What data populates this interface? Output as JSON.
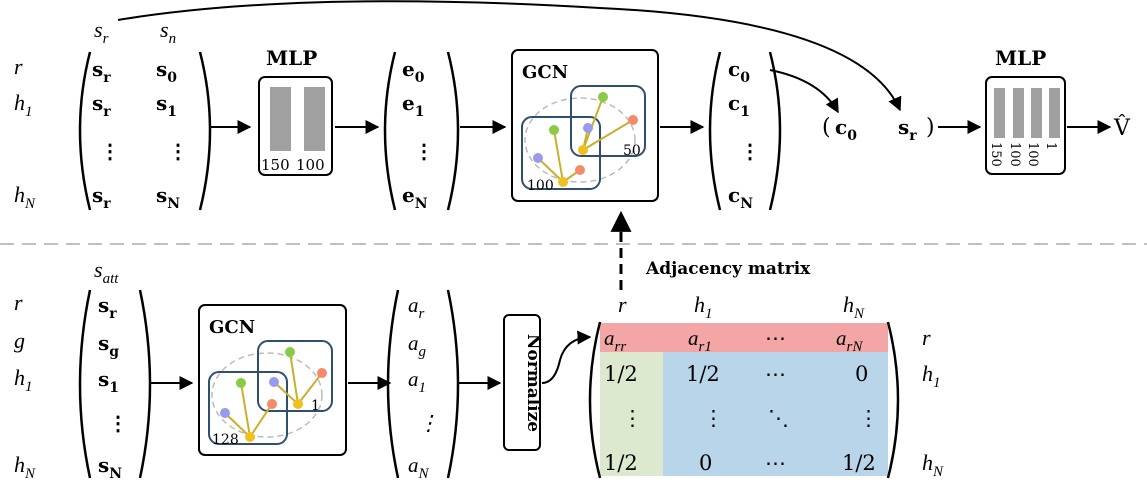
{
  "top": {
    "col_headers": [
      "s_r",
      "s_n"
    ],
    "row_labels": [
      "r",
      "h_1",
      "h_N"
    ],
    "state_matrix": {
      "col1": [
        "s_r",
        "s_r",
        "⋮",
        "s_r"
      ],
      "col2": [
        "s_0",
        "s_1",
        "⋮",
        "s_N"
      ]
    },
    "mlp1": {
      "title": "MLP",
      "layers": [
        "150",
        "100"
      ]
    },
    "embeddings": [
      "e_0",
      "e_1",
      "⋮",
      "e_N"
    ],
    "gcn": {
      "title": "GCN",
      "sizes": [
        "100",
        "50"
      ]
    },
    "outputs": [
      "c_0",
      "c_1",
      "⋮",
      "c_N"
    ],
    "pair": {
      "open": "(",
      "a": "c_0",
      "b": "s_r",
      "close": ")"
    },
    "mlp2": {
      "title": "MLP",
      "layers": [
        "150",
        "100",
        "100",
        "1"
      ]
    },
    "result": "V̂"
  },
  "bottom": {
    "col_header": "s_att",
    "row_labels": [
      "r",
      "g",
      "h_1",
      "h_N"
    ],
    "state_vector": [
      "s_r",
      "s_g",
      "s_1",
      "⋮",
      "s_N"
    ],
    "gcn": {
      "title": "GCN",
      "sizes": [
        "128",
        "1"
      ]
    },
    "attention": [
      "a_r",
      "a_g",
      "a_1",
      "⋮",
      "a_N"
    ],
    "normalize": "Normalize",
    "adjacency": {
      "title": "Adjacency matrix",
      "col_headers": [
        "r",
        "h_1",
        "h_N"
      ],
      "row_labels": [
        "r",
        "h_1",
        "h_N"
      ],
      "rows": [
        [
          "a_rr",
          "a_r1",
          "⋯",
          "a_rN"
        ],
        [
          "1/2",
          "1/2",
          "⋯",
          "0"
        ],
        [
          "⋮",
          "⋮",
          "⋱",
          "⋮"
        ],
        [
          "1/2",
          "0",
          "⋯",
          "1/2"
        ]
      ],
      "colors": {
        "first_row": "#f4a6a6",
        "first_col": "#dde9cf",
        "body": "#b9d5ea"
      }
    }
  },
  "colors": {
    "mlp_bar": "#a0a0a0",
    "gcn_box_border": "#2f4f6f",
    "node_green": "#88cc44",
    "node_blue": "#9999ee",
    "node_red": "#f48a6a",
    "node_yellow": "#f0c020",
    "divider": "#c0c0c0"
  }
}
